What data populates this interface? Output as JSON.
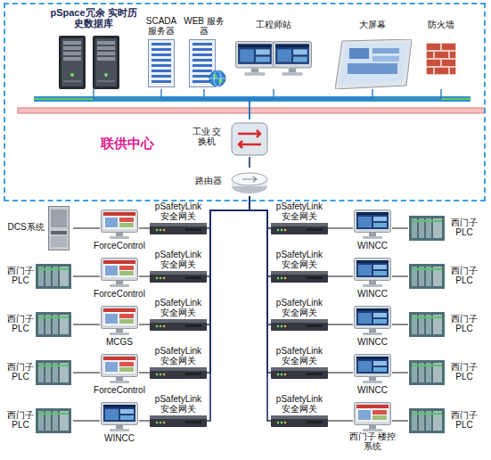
{
  "diagram": {
    "nodes": [
      {
        "text": [
          "联供中心"
        ]
      },
      {
        "text": [
          "pSpace冗余 实时历史数据库"
        ],
        "in": 0
      },
      {
        "text": [
          "SCADA 服务器"
        ],
        "in": 0
      },
      {
        "text": [
          "WEB 服务器"
        ],
        "in": 0
      },
      {
        "text": [
          "工程师站"
        ],
        "in": 0
      },
      {
        "text": [
          "大屏幕"
        ],
        "in": 0
      },
      {
        "text": [
          "防火墙"
        ],
        "in": 0
      },
      {
        "text": [
          "工业 交换机"
        ],
        "in": 0
      },
      {
        "text": [
          "路由器"
        ],
        "in": 0
      },
      {
        "text": [
          "DCS系统"
        ]
      },
      {
        "text": [
          "ForceControl"
        ]
      },
      {
        "text": [
          "pSafetyLink 安全网关"
        ]
      },
      {
        "text": [
          "pSafetyLink 安全网关"
        ]
      },
      {
        "text": [
          "WINCC"
        ]
      },
      {
        "text": [
          "西门子 PLC"
        ]
      },
      {
        "text": [
          "西门子 PLC"
        ]
      },
      {
        "text": [
          "ForceControl"
        ]
      },
      {
        "text": [
          "pSafetyLink 安全网关"
        ]
      },
      {
        "text": [
          "pSafetyLink 安全网关"
        ]
      },
      {
        "text": [
          "WINCC"
        ]
      },
      {
        "text": [
          "西门子 PLC"
        ]
      },
      {
        "text": [
          "西门子 PLC"
        ]
      },
      {
        "text": [
          "MCGS"
        ]
      },
      {
        "text": [
          "pSafetyLink 安全网关"
        ]
      },
      {
        "text": [
          "pSafetyLink 安全网关"
        ]
      },
      {
        "text": [
          "WINCC"
        ]
      },
      {
        "text": [
          "西门子 PLC"
        ]
      },
      {
        "text": [
          "西门子 PLC"
        ]
      },
      {
        "text": [
          "ForceControl"
        ]
      },
      {
        "text": [
          "pSafetyLink 安全网关"
        ]
      },
      {
        "text": [
          "pSafetyLink 安全网关"
        ]
      },
      {
        "text": [
          "WINCC"
        ]
      },
      {
        "text": [
          "西门子 PLC"
        ]
      },
      {
        "text": [
          "西门子 PLC"
        ]
      },
      {
        "text": [
          "WINCC"
        ]
      },
      {
        "text": [
          "pSafetyLink 安全网关"
        ]
      },
      {
        "text": [
          "pSafetyLink 安全网关"
        ]
      },
      {
        "text": [
          "西门子 楼控系统"
        ]
      },
      {
        "text": [
          "西门子 PLC"
        ]
      }
    ],
    "edges": [
      {
        "from": 1,
        "to": 7,
        "arrow": "none"
      },
      {
        "from": 2,
        "to": 7,
        "arrow": "none"
      },
      {
        "from": 3,
        "to": 7,
        "arrow": "none"
      },
      {
        "from": 4,
        "to": 7,
        "arrow": "none"
      },
      {
        "from": 5,
        "to": 7,
        "arrow": "none"
      },
      {
        "from": 6,
        "to": 7,
        "arrow": "none"
      },
      {
        "from": 7,
        "to": 8,
        "arrow": "none"
      },
      {
        "from": 8,
        "to": 11,
        "arrow": "none"
      },
      {
        "from": 8,
        "to": 12,
        "arrow": "none"
      },
      {
        "from": 8,
        "to": 17,
        "arrow": "none"
      },
      {
        "from": 8,
        "to": 18,
        "arrow": "none"
      },
      {
        "from": 8,
        "to": 23,
        "arrow": "none"
      },
      {
        "from": 8,
        "to": 24,
        "arrow": "none"
      },
      {
        "from": 8,
        "to": 29,
        "arrow": "none"
      },
      {
        "from": 8,
        "to": 30,
        "arrow": "none"
      },
      {
        "from": 8,
        "to": 35,
        "arrow": "none"
      },
      {
        "from": 8,
        "to": 36,
        "arrow": "none"
      },
      {
        "from": 9,
        "to": 10,
        "arrow": "none"
      },
      {
        "from": 10,
        "to": 11,
        "arrow": "none"
      },
      {
        "from": 12,
        "to": 13,
        "arrow": "none"
      },
      {
        "from": 13,
        "to": 14,
        "arrow": "none"
      },
      {
        "from": 15,
        "to": 16,
        "arrow": "none"
      },
      {
        "from": 16,
        "to": 17,
        "arrow": "none"
      },
      {
        "from": 18,
        "to": 19,
        "arrow": "none"
      },
      {
        "from": 19,
        "to": 20,
        "arrow": "none"
      },
      {
        "from": 21,
        "to": 22,
        "arrow": "none"
      },
      {
        "from": 22,
        "to": 23,
        "arrow": "none"
      },
      {
        "from": 24,
        "to": 25,
        "arrow": "none"
      },
      {
        "from": 25,
        "to": 26,
        "arrow": "none"
      },
      {
        "from": 27,
        "to": 28,
        "arrow": "none"
      },
      {
        "from": 28,
        "to": 29,
        "arrow": "none"
      },
      {
        "from": 30,
        "to": 31,
        "arrow": "none"
      },
      {
        "from": 31,
        "to": 32,
        "arrow": "none"
      },
      {
        "from": 33,
        "to": 34,
        "arrow": "none"
      },
      {
        "from": 34,
        "to": 35,
        "arrow": "none"
      },
      {
        "from": 36,
        "to": 37,
        "arrow": "none"
      },
      {
        "from": 37,
        "to": 38,
        "arrow": "none"
      }
    ]
  }
}
